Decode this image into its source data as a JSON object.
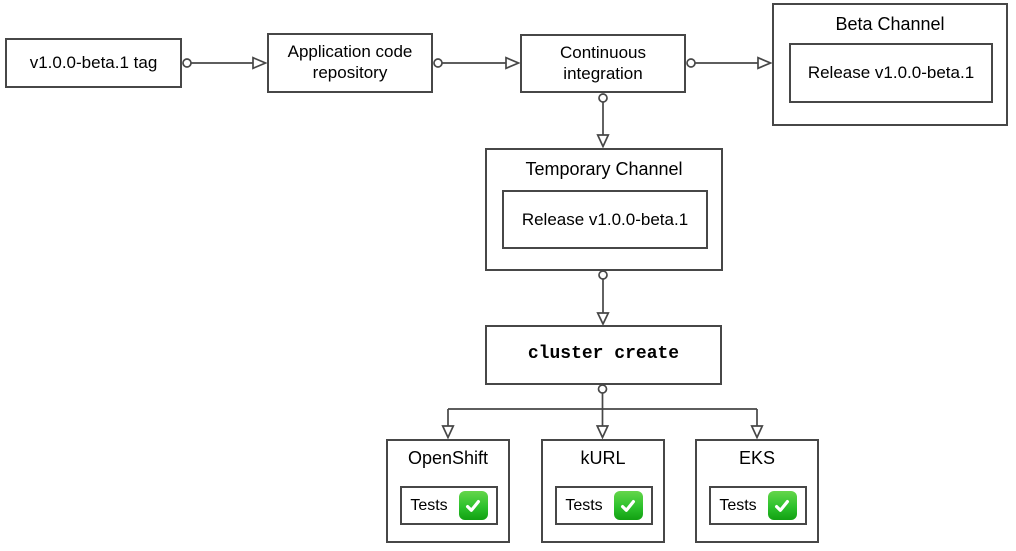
{
  "diagram": {
    "nodes": {
      "tag": {
        "label": "v1.0.0-beta.1 tag"
      },
      "repo": {
        "label": "Application code\nrepository"
      },
      "ci": {
        "label": "Continuous\nintegration"
      },
      "beta_channel": {
        "title": "Beta Channel",
        "release_label": "Release v1.0.0-beta.1"
      },
      "temporary_channel": {
        "title": "Temporary Channel",
        "release_label": "Release v1.0.0-beta.1"
      },
      "cluster_create": {
        "label": "cluster create"
      },
      "clusters": [
        {
          "title": "OpenShift",
          "tests_label": "Tests",
          "status": "passed"
        },
        {
          "title": "kURL",
          "tests_label": "Tests",
          "status": "passed"
        },
        {
          "title": "EKS",
          "tests_label": "Tests",
          "status": "passed"
        }
      ]
    },
    "edges": [
      {
        "from": "tag",
        "to": "repo"
      },
      {
        "from": "repo",
        "to": "ci"
      },
      {
        "from": "ci",
        "to": "beta_channel"
      },
      {
        "from": "ci",
        "to": "temporary_channel"
      },
      {
        "from": "temporary_channel",
        "to": "cluster_create"
      },
      {
        "from": "cluster_create",
        "to": "openshift"
      },
      {
        "from": "cluster_create",
        "to": "kurl"
      },
      {
        "from": "cluster_create",
        "to": "eks"
      }
    ],
    "colors": {
      "stroke": "#474747",
      "background": "#ffffff",
      "check_green_top": "#65d64b",
      "check_green_bottom": "#12a012",
      "check_mark": "#ffffff"
    }
  }
}
